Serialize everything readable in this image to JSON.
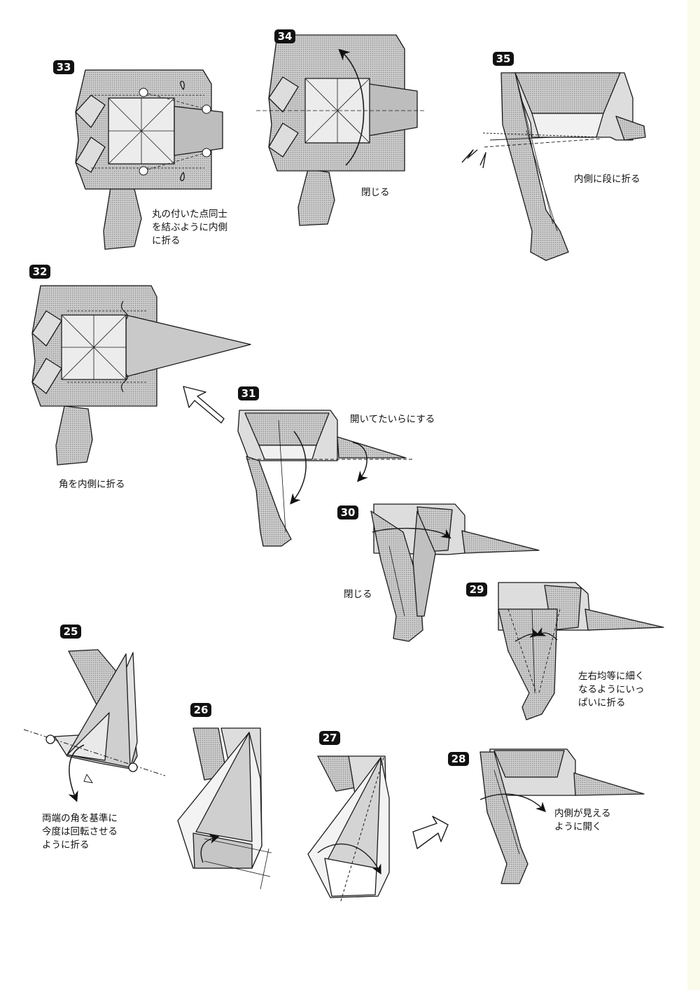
{
  "steps": {
    "s25": "25",
    "s26": "26",
    "s27": "27",
    "s28": "28",
    "s29": "29",
    "s30": "30",
    "s31": "31",
    "s32": "32",
    "s33": "33",
    "s34": "34",
    "s35": "35"
  },
  "captions": {
    "c33": "丸の付いた点同士\nを結ぶように内側\nに折る",
    "c34": "閉じる",
    "c35": "内側に段に折る",
    "c32": "角を内側に折る",
    "c31": "開いてたいらにする",
    "c30": "閉じる",
    "c29": "左右均等に細く\nなるようにいっ\nぱいに折る",
    "c25": "両端の角を基準に\n今度は回転させる\nように折る",
    "c28": "内側が見える\nように開く"
  },
  "colors": {
    "paper": "#c6c6c6",
    "paper_dark": "#a9a9a9",
    "paper_light": "#ebebeb",
    "line": "#1a1a1a"
  }
}
